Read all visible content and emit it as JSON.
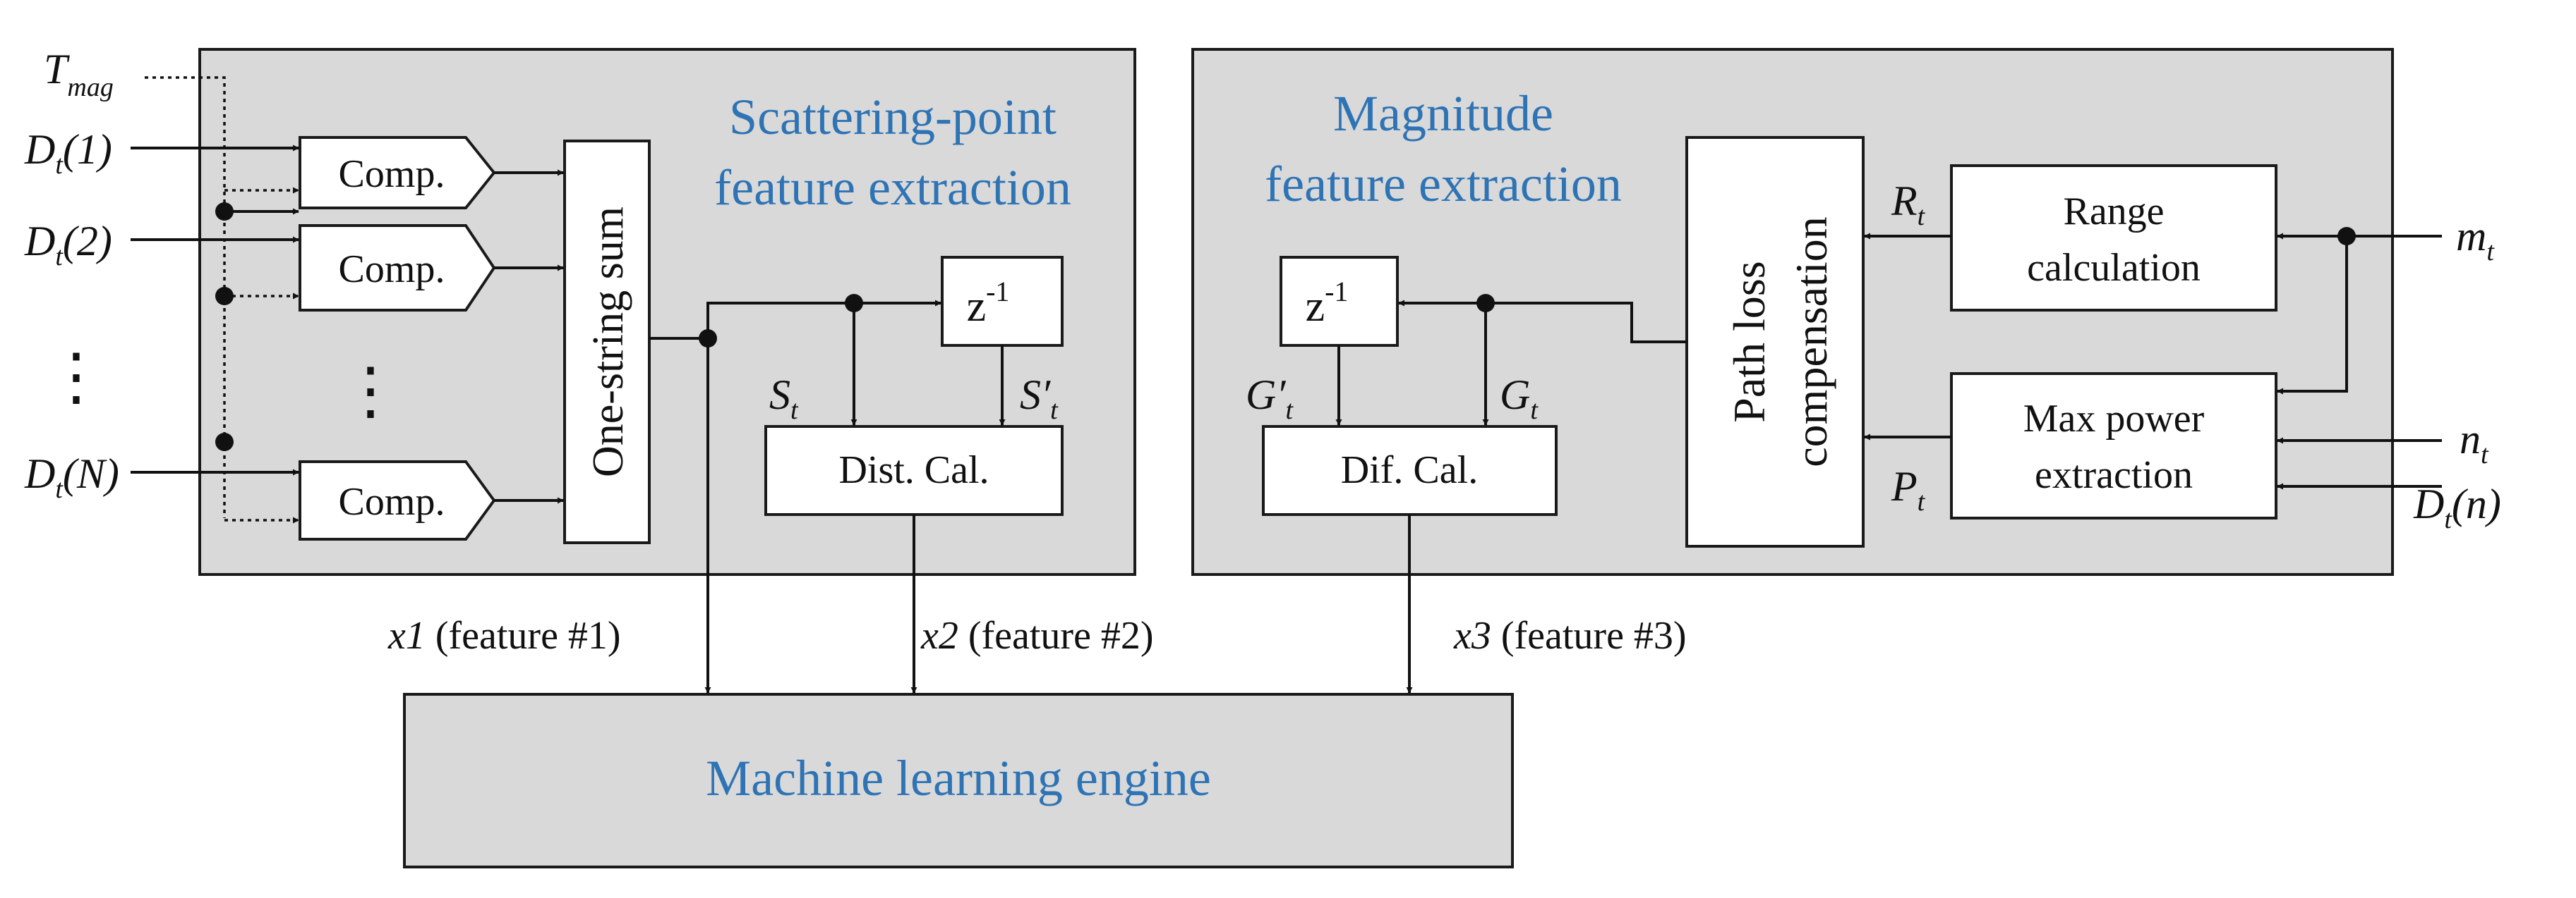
{
  "panels": {
    "scattering": {
      "title_line1": "Scattering-point",
      "title_line2": "feature extraction"
    },
    "magnitude": {
      "title_line1": "Magnitude",
      "title_line2": "feature extraction"
    },
    "ml_engine": {
      "title": "Machine learning engine"
    }
  },
  "blocks": {
    "comp": "Comp.",
    "one_string_sum": "One-string sum",
    "delay": "z",
    "delay_exp": "-1",
    "dist_cal": "Dist. Cal.",
    "dif_cal": "Dif. Cal.",
    "path_loss_line1": "Path loss",
    "path_loss_line2": "compensation",
    "range_line1": "Range",
    "range_line2": "calculation",
    "maxpow_line1": "Max power",
    "maxpow_line2": "extraction"
  },
  "inputs": {
    "tmag_main": "T",
    "tmag_sub": "mag",
    "d1_main": "D",
    "d1_sub": "t",
    "d1_arg": "(1)",
    "d2_main": "D",
    "d2_sub": "t",
    "d2_arg": "(2)",
    "dn_main": "D",
    "dn_sub": "t",
    "dn_arg": "(N)",
    "m_main": "m",
    "m_sub": "t",
    "n_main": "n",
    "n_sub": "t",
    "dtn_main": "D",
    "dtn_sub": "t",
    "dtn_arg": "(n)"
  },
  "signals": {
    "s_main": "S",
    "s_sub": "t",
    "sp_main": "S′",
    "sp_sub": "t",
    "g_main": "G",
    "g_sub": "t",
    "gp_main": "G′",
    "gp_sub": "t",
    "r_main": "R",
    "r_sub": "t",
    "p_main": "P",
    "p_sub": "t"
  },
  "features": {
    "x1": "x1",
    "x1_label": " (feature #1)",
    "x2": "x2",
    "x2_label": " (feature #2)",
    "x3": "x3",
    "x3_label": " (feature #3)"
  },
  "ellipsis": "⋮"
}
